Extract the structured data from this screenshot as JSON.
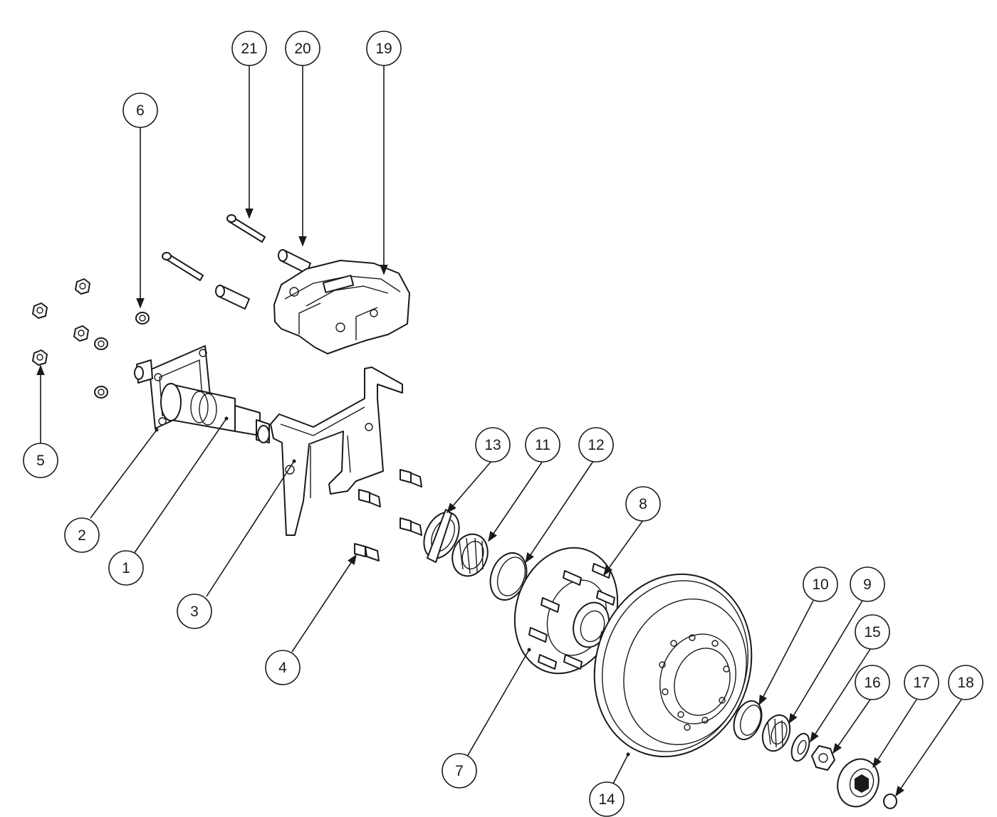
{
  "balloons": [
    {
      "id": "b1",
      "label": "1"
    },
    {
      "id": "b2",
      "label": "2"
    },
    {
      "id": "b3",
      "label": "3"
    },
    {
      "id": "b4",
      "label": "4"
    },
    {
      "id": "b5",
      "label": "5"
    },
    {
      "id": "b6",
      "label": "6"
    },
    {
      "id": "b7",
      "label": "7"
    },
    {
      "id": "b8",
      "label": "8"
    },
    {
      "id": "b9",
      "label": "9"
    },
    {
      "id": "b10",
      "label": "10"
    },
    {
      "id": "b11",
      "label": "11"
    },
    {
      "id": "b12",
      "label": "12"
    },
    {
      "id": "b13",
      "label": "13"
    },
    {
      "id": "b14",
      "label": "14"
    },
    {
      "id": "b15",
      "label": "15"
    },
    {
      "id": "b16",
      "label": "16"
    },
    {
      "id": "b17",
      "label": "17"
    },
    {
      "id": "b18",
      "label": "18"
    },
    {
      "id": "b19",
      "label": "19"
    },
    {
      "id": "b20",
      "label": "20"
    },
    {
      "id": "b21",
      "label": "21"
    }
  ]
}
